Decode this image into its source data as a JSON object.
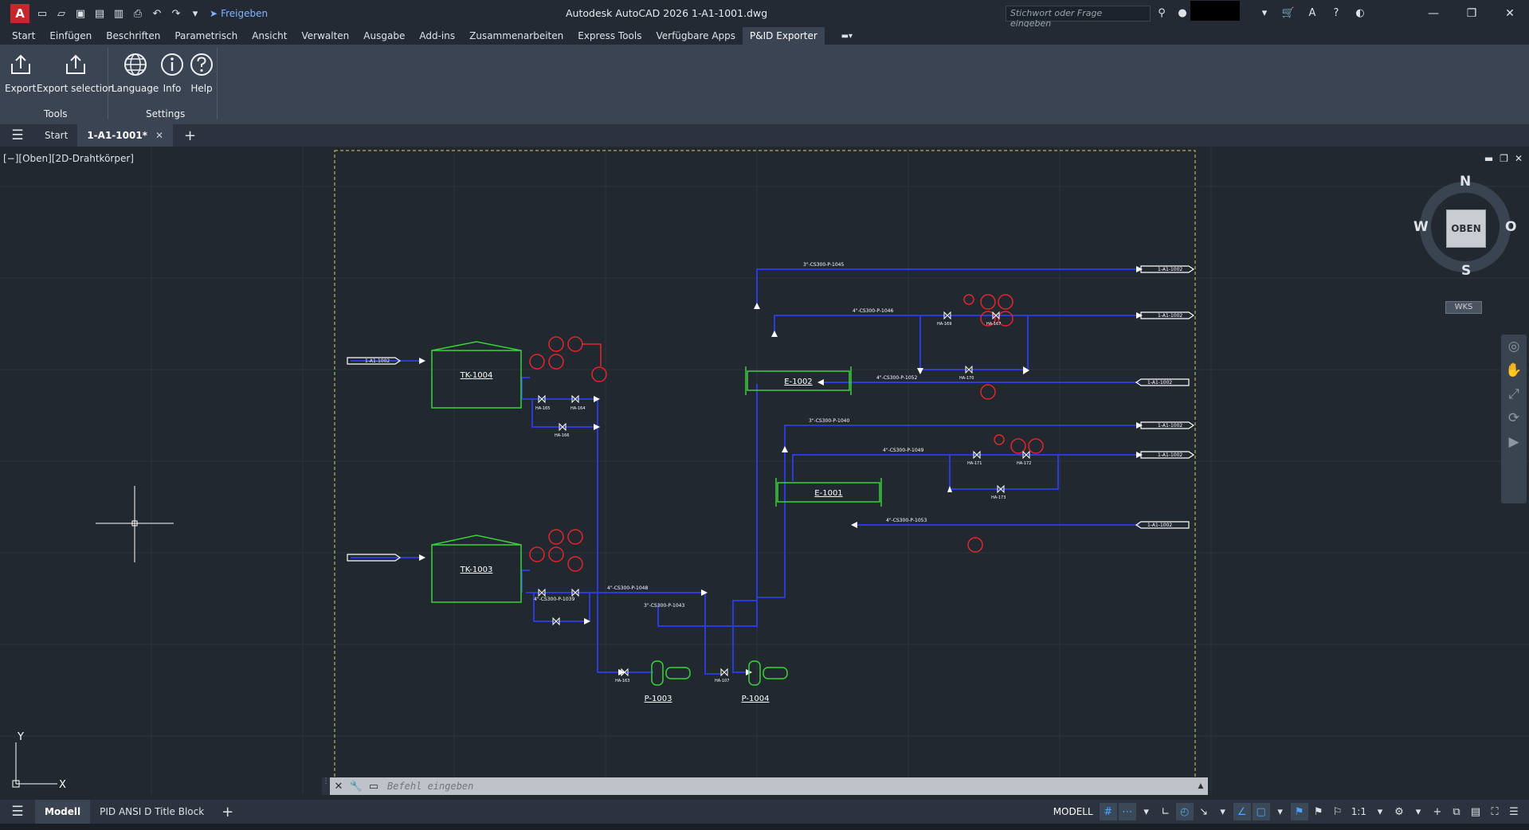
{
  "app": {
    "logo": "A",
    "window_title": "Autodesk AutoCAD 2026    1-A1-1001.dwg",
    "share_label": "Freigeben",
    "search_placeholder": "Stichwort oder Frage eingeben"
  },
  "ribbon": {
    "tabs": [
      "Start",
      "Einfügen",
      "Beschriften",
      "Parametrisch",
      "Ansicht",
      "Verwalten",
      "Ausgabe",
      "Add-ins",
      "Zusammenarbeiten",
      "Express Tools",
      "Verfügbare Apps",
      "P&ID Exporter"
    ],
    "active_tab": "P&ID Exporter",
    "buttons": {
      "export": "Export",
      "export_selection": "Export selection",
      "language": "Language",
      "info": "Info",
      "help": "Help"
    },
    "groups": {
      "tools": "Tools",
      "settings": "Settings"
    }
  },
  "file_tabs": {
    "start": "Start",
    "active": "1-A1-1001*"
  },
  "viewport": {
    "label": "[−][Oben][2D-Drahtkörper]",
    "viewcube": {
      "face": "OBEN",
      "n": "N",
      "s": "S",
      "w": "W",
      "e": "O",
      "wks": "WKS"
    },
    "ucs": {
      "y": "Y",
      "x": "X"
    }
  },
  "drawing": {
    "tanks": [
      {
        "tag": "TK-1004"
      },
      {
        "tag": "TK-1003"
      }
    ],
    "exchangers": [
      {
        "tag": "E-1002"
      },
      {
        "tag": "E-1001"
      }
    ],
    "pumps": [
      {
        "tag": "P-1003"
      },
      {
        "tag": "P-1004"
      }
    ],
    "lines": [
      "3\"-CS300-P-1045",
      "4\"-CS300-P-1046",
      "4\"-CS300-P-1052",
      "3\"-CS300-P-1040",
      "4\"-CS300-P-1049",
      "4\"-CS300-P-1053",
      "4\"-CS300-P-1048",
      "3\"-CS300-P-1043",
      "4\"-CS300-P-1039"
    ],
    "offpage": [
      "1-A1-1002",
      "1-A1-1002",
      "1-A1-1002",
      "1-A1-1002",
      "1-A1-1002",
      "1-A1-1002",
      "1-A1-1002"
    ],
    "valves": [
      "HA-165",
      "HA-164",
      "HA-166",
      "HA-169",
      "HA-167",
      "HA-170",
      "HA-171",
      "HA-172",
      "HA-173",
      "HA-163",
      "HA-107"
    ]
  },
  "command_line": {
    "placeholder": "Befehl eingeben"
  },
  "status": {
    "layout_tabs": [
      "Modell",
      "PID ANSI D Title Block"
    ],
    "active_layout": "Modell",
    "model": "MODELL",
    "scale": "1:1"
  },
  "colors": {
    "pipe": "#2a3bd8",
    "equipment": "#3ad13a",
    "instrument": "#e3262b",
    "frame": "#d8d06a",
    "background": "#212830"
  }
}
